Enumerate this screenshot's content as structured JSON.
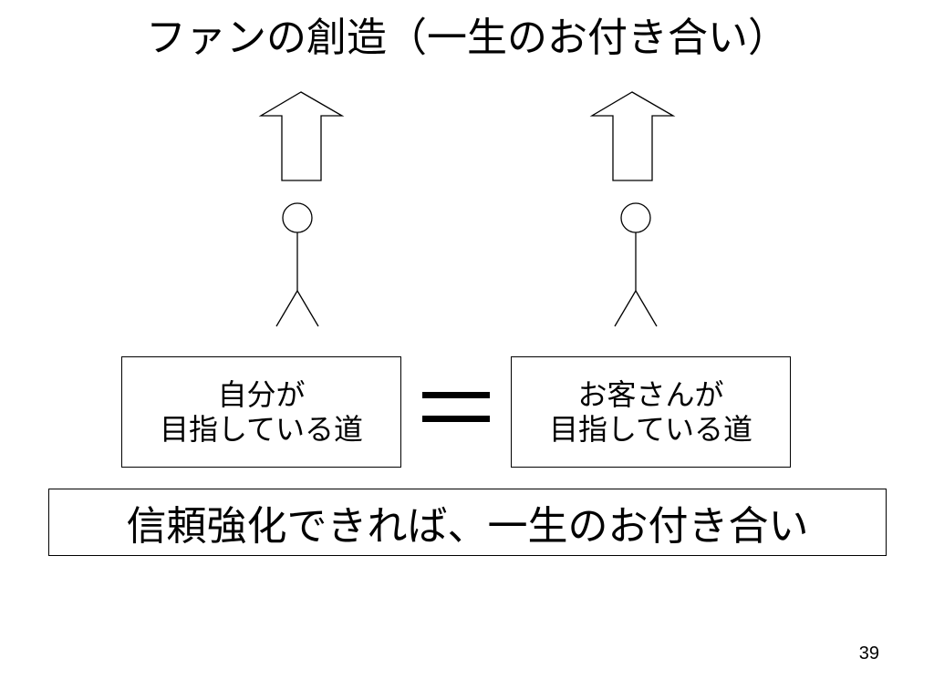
{
  "slide": {
    "title": "ファンの創造（一生のお付き合い）",
    "page_number": "39"
  },
  "left_box": {
    "line1": "自分が",
    "line2": "目指している道"
  },
  "right_box": {
    "line1": "お客さんが",
    "line2": "目指している道"
  },
  "banner": {
    "text": "信頼強化できれば、一生のお付き合い"
  }
}
